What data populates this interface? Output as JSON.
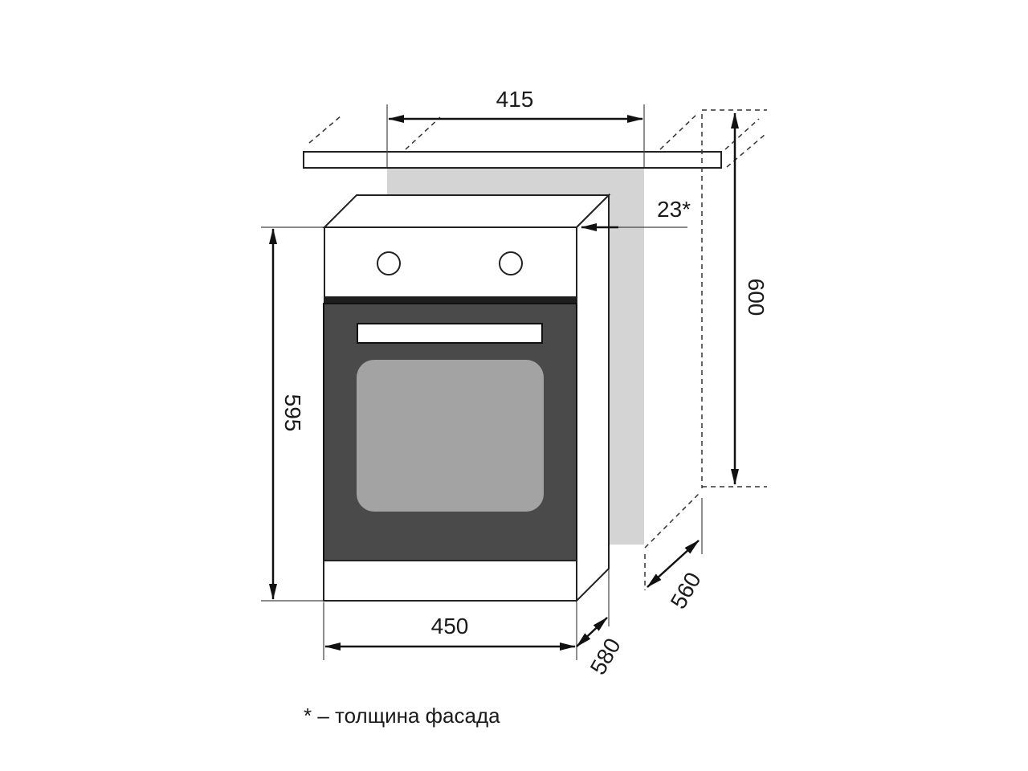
{
  "dimensions": {
    "niche_width": "415",
    "facade_thickness": "23*",
    "niche_height": "600",
    "oven_height": "595",
    "oven_width": "450",
    "oven_depth": "580",
    "niche_depth": "560"
  },
  "footnote": "* – толщина фасада"
}
